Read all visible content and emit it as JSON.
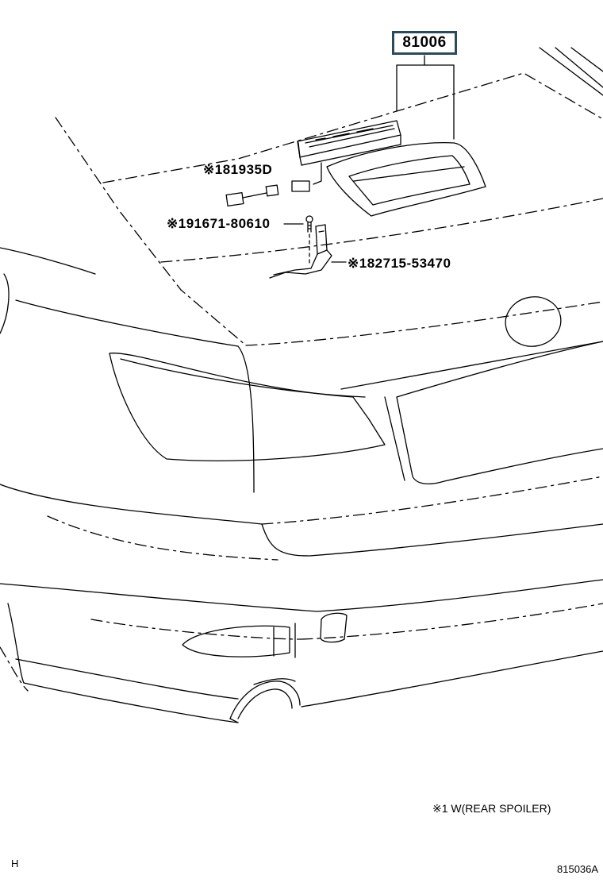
{
  "diagram": {
    "main_part_number": "81006",
    "callouts": [
      {
        "id": "wire-harness",
        "text": "※181935D"
      },
      {
        "id": "screw",
        "text": "※191671-80610"
      },
      {
        "id": "bracket",
        "text": "※182715-53470"
      }
    ],
    "footnote": "※1  W(REAR SPOILER)",
    "corner_mark": "H",
    "figure_code": "815036A"
  },
  "colors": {
    "line": "#000000",
    "box_border": "#2c4a5a",
    "background": "#ffffff"
  }
}
